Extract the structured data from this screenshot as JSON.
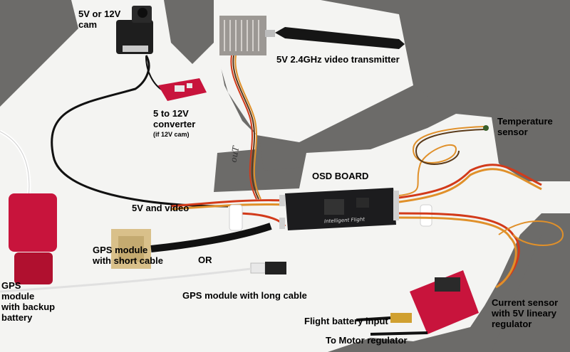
{
  "labels": {
    "cam": "5V or 12V\ncam",
    "transmitter": "5V 2.4GHz video transmitter",
    "converter": "5 to 12V\nconverter",
    "converter_note": "(if 12V cam)",
    "temperature_sensor": "Temperature\nsensor",
    "osd_board": "OSD BOARD",
    "five_v_video": "5V and video",
    "gps_short": "GPS module\nwith short cable",
    "or": "OR",
    "gps_backup": "GPS\nmodule\nwith backup\nbattery",
    "gps_long": "GPS module with long cable",
    "flight_battery": "Flight battery input",
    "motor_regulator": "To Motor regulator",
    "current_sensor": "Current sensor\nwith 5V lineary\nregulator"
  },
  "markings": {
    "board_print": "Intelligent Flight",
    "cable_tag": "ouT"
  },
  "colors": {
    "background": "#6f6e6c",
    "paper": "#f4f4f2",
    "pcb_red": "#c8143c",
    "osd_pcb": "#1c1c1e",
    "antenna": "#151515",
    "wire_red": "#d23a1a",
    "wire_orange": "#e0902a",
    "wire_brown": "#5a3a1a"
  }
}
